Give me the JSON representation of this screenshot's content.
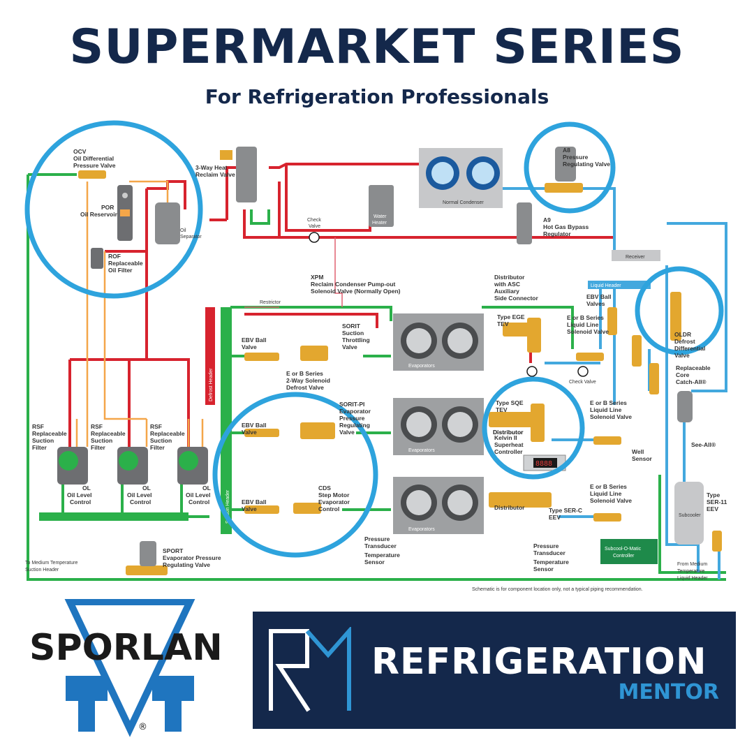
{
  "header": {
    "title": "SUPERMARKET SERIES",
    "subtitle": "For Refrigeration Professionals"
  },
  "labels": {
    "ocv": "OCV",
    "ocv_desc1": "Oil Differential",
    "ocv_desc2": "Pressure Valve",
    "por": "POR",
    "por_desc": "Oil Reservoir",
    "rof": "ROF",
    "rof_desc1": "Replaceable",
    "rof_desc2": "Oil Filter",
    "oil_sep1": "Oil",
    "oil_sep2": "Separator",
    "heat_reclaim1": "3-Way Heat",
    "heat_reclaim2": "Reclaim Valve",
    "check_valve": "Check",
    "check_valve2": "Valve",
    "water_heater1": "Water",
    "water_heater2": "Heater",
    "normal_condenser": "Normal Condenser",
    "a8": "A8",
    "a8_desc1": "Pressure",
    "a8_desc2": "Regulating Valve",
    "a9": "A9",
    "a9_desc1": "Hot Gas Bypass",
    "a9_desc2": "Regulator",
    "receiver": "Receiver",
    "liquid_header": "Liquid Header",
    "xpm": "XPM",
    "xpm_desc1": "Reclaim Condenser Pump-out",
    "xpm_desc2": "Solenoid Valve (Normally Open)",
    "restrictor": "Restrictor",
    "distributor_asc1": "Distributor",
    "distributor_asc2": "with ASC",
    "distributor_asc3": "Auxiliary",
    "distributor_asc4": "Side Connector",
    "ebv_balls1": "EBV Ball",
    "ebv_balls2": "Valves",
    "oldr1": "OLDR",
    "oldr2": "Defrost",
    "oldr3": "Differential",
    "oldr4": "Valve",
    "type_ege1": "Type EGE",
    "type_ege2": "TEV",
    "eorb_lls1": "E or B Series",
    "eorb_lls2": "Liquid Line",
    "eorb_lls3": "Solenoid Valve",
    "ebv_ball1": "EBV Ball",
    "ebv_ball2": "Valve",
    "sorit1": "SORIT",
    "sorit2": "Suction",
    "sorit3": "Throttling",
    "sorit4": "Valve",
    "evaporators": "Evaporators",
    "check_valve_b": "Check Valve",
    "catch_all1": "Replaceable",
    "catch_all2": "Core",
    "catch_all3": "Catch-All®",
    "eorb_2way1": "E or B Series",
    "eorb_2way2": "2-Way Solenoid",
    "eorb_2way3": "Defrost Valve",
    "defrost_header": "Defrost Header",
    "sorit_pi1": "SORIT-PI",
    "sorit_pi2": "Evaporator",
    "sorit_pi3": "Pressure",
    "sorit_pi4": "Regulating",
    "sorit_pi5": "Valve",
    "type_sqe1": "Type SQE",
    "type_sqe2": "TEV",
    "distributor": "Distributor",
    "kelvin1": "Kelvin II",
    "kelvin2": "Superheat",
    "kelvin3": "Controller",
    "kelvin_display": "8888",
    "rsf1": "RSF",
    "rsf2": "Replaceable",
    "rsf3": "Suction",
    "rsf4": "Filter",
    "ol1": "OL",
    "ol2": "Oil Level",
    "ol3": "Control",
    "well_sensor1": "Well",
    "well_sensor2": "Sensor",
    "see_all": "See-All®",
    "suction_header": "Suction Header",
    "cds1": "CDS",
    "cds2": "Step Motor",
    "cds3": "Evaporator",
    "cds4": "Control",
    "type_serc1": "Type SER-C",
    "type_serc2": "EEV",
    "subcooler": "Subcooler",
    "type_ser11a": "Type",
    "type_ser11b": "SER-11",
    "type_ser11c": "EEV",
    "pressure_transducer1": "Pressure",
    "pressure_transducer2": "Transducer",
    "temp_sensor1": "Temperature",
    "temp_sensor2": "Sensor",
    "subcool_ctrl1": "Subcool-O-Matic",
    "subcool_ctrl2": "Controller",
    "to_medium1": "To Medium Temperature",
    "to_medium2": "Suction Header",
    "sport1": "SPORT",
    "sport2": "Evaporator Pressure",
    "sport3": "Regulating Valve",
    "from_medium1": "From Medium",
    "from_medium2": "Temperature",
    "from_medium3": "Liquid Header",
    "footnote": "Schematic is for component location only, not a typical piping recommendation."
  },
  "logos": {
    "sporlan": "SPORLAN",
    "sporlan_reg": "®",
    "rm_word": "REFRIGERATION",
    "rm_sub": "MENTOR"
  },
  "colors": {
    "navy": "#14284b",
    "highlight_blue": "#2ea3dd",
    "line_red": "#d7232e",
    "line_green": "#2bb04a",
    "line_blue": "#43a8de",
    "line_orange": "#f4a649",
    "brass": "#e3a72f",
    "sporlan_blue": "#1f75bf"
  }
}
